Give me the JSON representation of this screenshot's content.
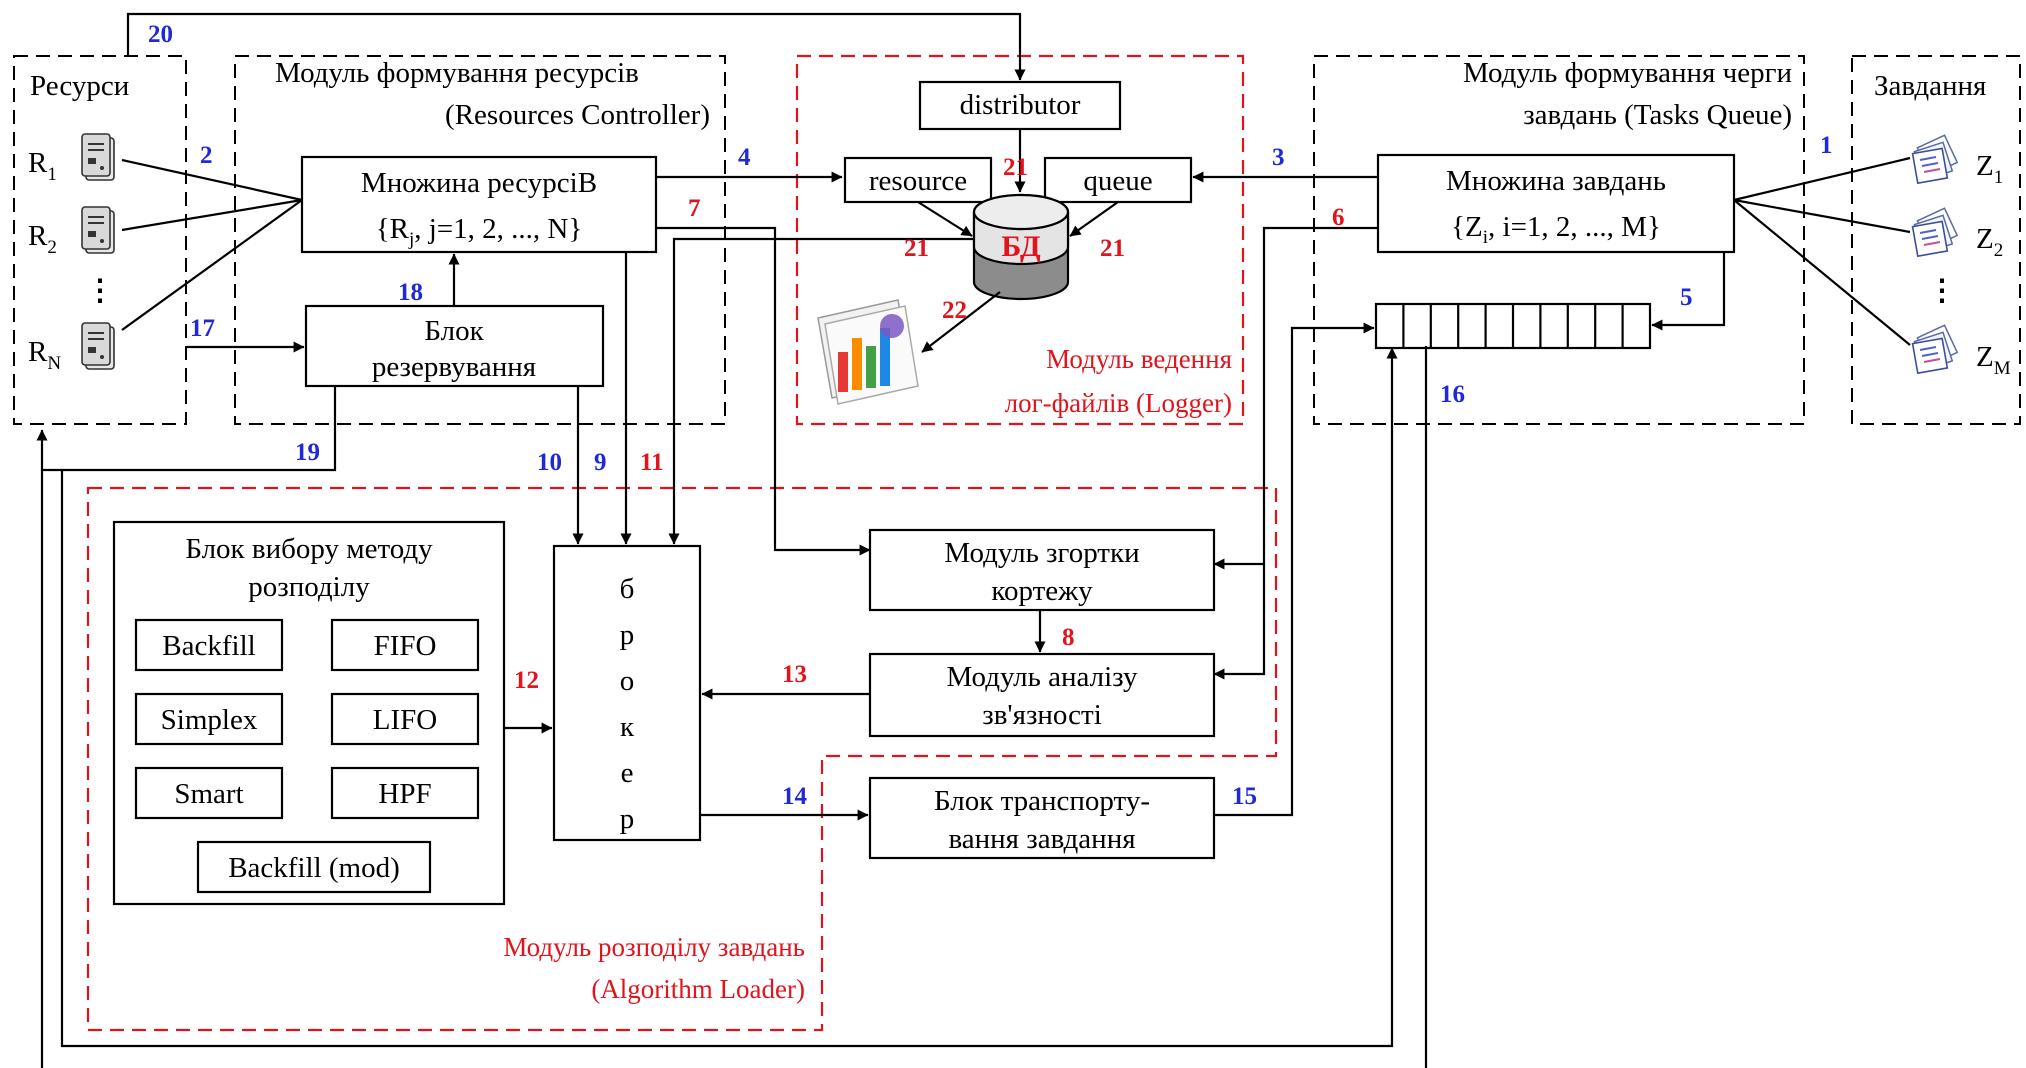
{
  "resources": {
    "title": "Ресурси",
    "items": [
      {
        "base": "R",
        "sub": "1"
      },
      {
        "base": "R",
        "sub": "2"
      },
      {
        "base": "R",
        "sub": "N"
      }
    ],
    "ellipsis": "⋮"
  },
  "resources_module": {
    "title_line1": "Модуль формування ресурсів",
    "title_line2": "(Resources Controller)",
    "set_line1": "Множина ресурсіВ",
    "set_line2_parts": [
      "{R",
      "j",
      ", j=1, 2, ..., N}"
    ],
    "reserve_line1": "Блок",
    "reserve_line2": "резервування"
  },
  "logger": {
    "distributor": "distributor",
    "resource": "resource",
    "queue": "queue",
    "db": "БД",
    "title_line1": "Модуль ведення",
    "title_line2": "лог-файлів (Logger)",
    "chart_icon": "bar-chart-icon"
  },
  "tasks_module": {
    "title_line1": "Модуль формування черги",
    "title_line2": "завдань (Tasks Queue)",
    "set_line1": "Множина завдань",
    "set_line2_parts": [
      "{Z",
      "i",
      ", i=1, 2, ..., M}"
    ],
    "queue_cells": 10
  },
  "tasks": {
    "title": "Завдання",
    "items": [
      {
        "base": "Z",
        "sub": "1"
      },
      {
        "base": "Z",
        "sub": "2"
      },
      {
        "base": "Z",
        "sub": "M"
      }
    ],
    "ellipsis": "⋮"
  },
  "algorithm_loader": {
    "method_block_line1": "Блок вибору методу",
    "method_block_line2": "розподілу",
    "methods": [
      "Backfill",
      "FIFO",
      "Simplex",
      "LIFO",
      "Smart",
      "HPF",
      "Backfill (mod)"
    ],
    "broker_letters": [
      "б",
      "р",
      "о",
      "к",
      "е",
      "р"
    ],
    "fold_line1": "Модуль згортки",
    "fold_line2": "кортежу",
    "analysis_line1": "Модуль аналізу",
    "analysis_line2": "зв'язності",
    "transport_line1": "Блок транспорту-",
    "transport_line2": "вання завдання",
    "title_line1": "Модуль розподілу завдань",
    "title_line2": "(Algorithm Loader)"
  },
  "flow_numbers": {
    "n1": "1",
    "n2": "2",
    "n3": "3",
    "n4": "4",
    "n5": "5",
    "n6": "6",
    "n7": "7",
    "n8": "8",
    "n9": "9",
    "n10": "10",
    "n11": "11",
    "n12": "12",
    "n13": "13",
    "n14": "14",
    "n15": "15",
    "n16": "16",
    "n17": "17",
    "n18": "18",
    "n19": "19",
    "n20": "20",
    "n21": "21",
    "n22": "22"
  },
  "colors": {
    "blue_numbers": "#1f2ad6",
    "red_numbers": "#e0141c",
    "logger_border": "#e0141c",
    "algorithm_border": "#e0141c"
  }
}
